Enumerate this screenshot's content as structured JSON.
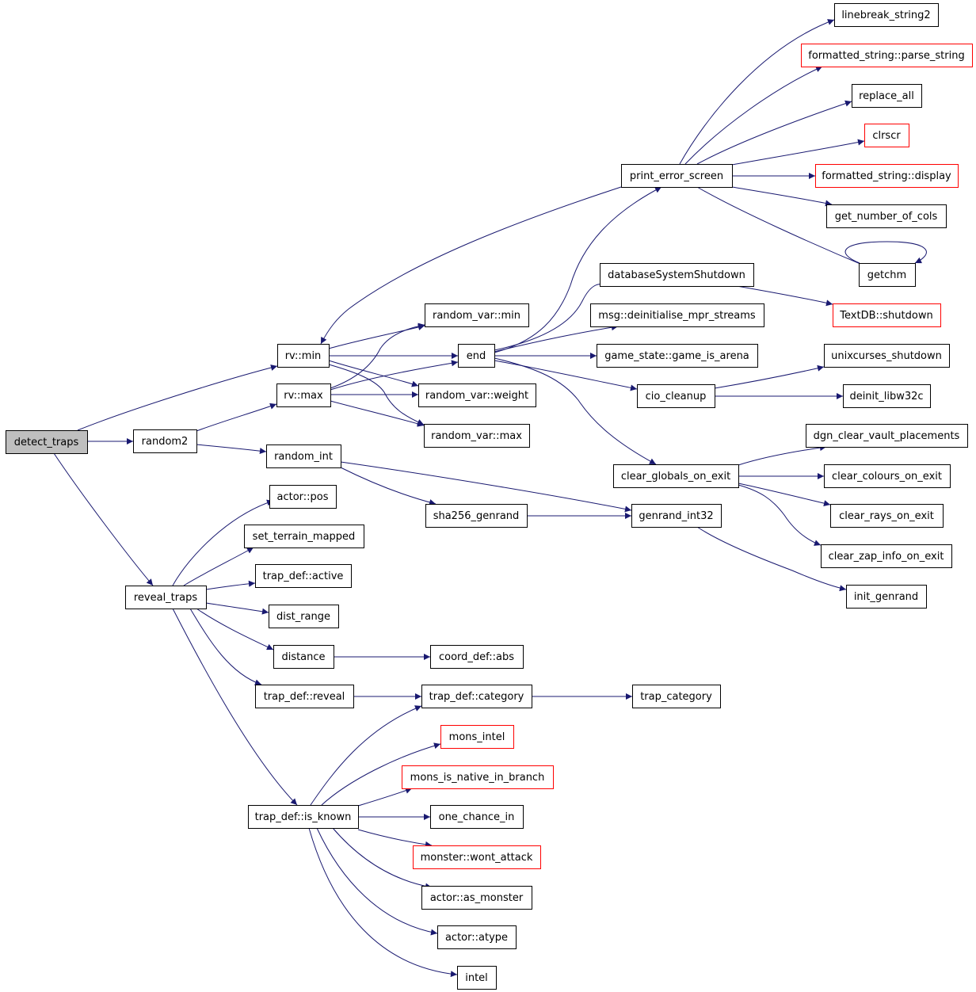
{
  "colors": {
    "edge": "#191970",
    "arrowhead": "#191970",
    "box_border_black": "#000000",
    "box_border_red": "#ff0000",
    "root_fill": "#bfbfbf",
    "node_fill": "#ffffff",
    "text": "#000000"
  },
  "nodes": [
    {
      "id": "detect_traps",
      "label": "detect_traps",
      "style": "root"
    },
    {
      "id": "random2",
      "label": "random2",
      "style": "black"
    },
    {
      "id": "reveal_traps",
      "label": "reveal_traps",
      "style": "black"
    },
    {
      "id": "rv_min",
      "label": "rv::min",
      "style": "black"
    },
    {
      "id": "rv_max",
      "label": "rv::max",
      "style": "black"
    },
    {
      "id": "random_int",
      "label": "random_int",
      "style": "black"
    },
    {
      "id": "actor_pos",
      "label": "actor::pos",
      "style": "black"
    },
    {
      "id": "set_terrain_mapped",
      "label": "set_terrain_mapped",
      "style": "black"
    },
    {
      "id": "trap_def_active",
      "label": "trap_def::active",
      "style": "black"
    },
    {
      "id": "dist_range",
      "label": "dist_range",
      "style": "black"
    },
    {
      "id": "distance",
      "label": "distance",
      "style": "black"
    },
    {
      "id": "trap_def_reveal",
      "label": "trap_def::reveal",
      "style": "black"
    },
    {
      "id": "trap_def_is_known",
      "label": "trap_def::is_known",
      "style": "black"
    },
    {
      "id": "random_var_min",
      "label": "random_var::min",
      "style": "black"
    },
    {
      "id": "end",
      "label": "end",
      "style": "black"
    },
    {
      "id": "random_var_weight",
      "label": "random_var::weight",
      "style": "black"
    },
    {
      "id": "random_var_max",
      "label": "random_var::max",
      "style": "black"
    },
    {
      "id": "sha256_genrand",
      "label": "sha256_genrand",
      "style": "black"
    },
    {
      "id": "coord_def_abs",
      "label": "coord_def::abs",
      "style": "black"
    },
    {
      "id": "trap_def_category",
      "label": "trap_def::category",
      "style": "black"
    },
    {
      "id": "mons_intel",
      "label": "mons_intel",
      "style": "red"
    },
    {
      "id": "mons_is_native_in_branch",
      "label": "mons_is_native_in_branch",
      "style": "red"
    },
    {
      "id": "one_chance_in",
      "label": "one_chance_in",
      "style": "black"
    },
    {
      "id": "monster_wont_attack",
      "label": "monster::wont_attack",
      "style": "red"
    },
    {
      "id": "actor_as_monster",
      "label": "actor::as_monster",
      "style": "black"
    },
    {
      "id": "actor_atype",
      "label": "actor::atype",
      "style": "black"
    },
    {
      "id": "intel",
      "label": "intel",
      "style": "black"
    },
    {
      "id": "print_error_screen",
      "label": "print_error_screen",
      "style": "black"
    },
    {
      "id": "databaseSystemShutdown",
      "label": "databaseSystemShutdown",
      "style": "black"
    },
    {
      "id": "msg_deinitialise",
      "label": "msg::deinitialise_mpr_streams",
      "style": "black"
    },
    {
      "id": "game_state_is_arena",
      "label": "game_state::game_is_arena",
      "style": "black"
    },
    {
      "id": "cio_cleanup",
      "label": "cio_cleanup",
      "style": "black"
    },
    {
      "id": "clear_globals_on_exit",
      "label": "clear_globals_on_exit",
      "style": "black"
    },
    {
      "id": "genrand_int32",
      "label": "genrand_int32",
      "style": "black"
    },
    {
      "id": "trap_category",
      "label": "trap_category",
      "style": "black"
    },
    {
      "id": "linebreak_string2",
      "label": "linebreak_string2",
      "style": "black"
    },
    {
      "id": "fs_parse_string",
      "label": "formatted_string::parse_string",
      "style": "red"
    },
    {
      "id": "replace_all",
      "label": "replace_all",
      "style": "black"
    },
    {
      "id": "clrscr",
      "label": "clrscr",
      "style": "red"
    },
    {
      "id": "fs_display",
      "label": "formatted_string::display",
      "style": "red"
    },
    {
      "id": "get_number_of_cols",
      "label": "get_number_of_cols",
      "style": "black"
    },
    {
      "id": "getchm",
      "label": "getchm",
      "style": "black"
    },
    {
      "id": "textdb_shutdown",
      "label": "TextDB::shutdown",
      "style": "red"
    },
    {
      "id": "unixcurses_shutdown",
      "label": "unixcurses_shutdown",
      "style": "black"
    },
    {
      "id": "deinit_libw32c",
      "label": "deinit_libw32c",
      "style": "black"
    },
    {
      "id": "dgn_clear_vault_placements",
      "label": "dgn_clear_vault_placements",
      "style": "black"
    },
    {
      "id": "clear_colours_on_exit",
      "label": "clear_colours_on_exit",
      "style": "black"
    },
    {
      "id": "clear_rays_on_exit",
      "label": "clear_rays_on_exit",
      "style": "black"
    },
    {
      "id": "clear_zap_info_on_exit",
      "label": "clear_zap_info_on_exit",
      "style": "black"
    },
    {
      "id": "init_genrand",
      "label": "init_genrand",
      "style": "black"
    }
  ],
  "edges": [
    [
      "detect_traps",
      "random2"
    ],
    [
      "detect_traps",
      "rv_min"
    ],
    [
      "detect_traps",
      "reveal_traps"
    ],
    [
      "random2",
      "rv_max"
    ],
    [
      "random2",
      "random_int"
    ],
    [
      "rv_min",
      "random_var_min"
    ],
    [
      "rv_min",
      "end"
    ],
    [
      "rv_min",
      "random_var_weight"
    ],
    [
      "rv_min",
      "random_var_max"
    ],
    [
      "rv_max",
      "end"
    ],
    [
      "rv_max",
      "random_var_min"
    ],
    [
      "rv_max",
      "random_var_weight"
    ],
    [
      "rv_max",
      "random_var_max"
    ],
    [
      "random_int",
      "sha256_genrand"
    ],
    [
      "random_int",
      "genrand_int32"
    ],
    [
      "sha256_genrand",
      "genrand_int32"
    ],
    [
      "genrand_int32",
      "init_genrand"
    ],
    [
      "reveal_traps",
      "actor_pos"
    ],
    [
      "reveal_traps",
      "set_terrain_mapped"
    ],
    [
      "reveal_traps",
      "trap_def_active"
    ],
    [
      "reveal_traps",
      "dist_range"
    ],
    [
      "reveal_traps",
      "distance"
    ],
    [
      "reveal_traps",
      "trap_def_reveal"
    ],
    [
      "reveal_traps",
      "trap_def_is_known"
    ],
    [
      "distance",
      "coord_def_abs"
    ],
    [
      "trap_def_reveal",
      "trap_def_category"
    ],
    [
      "trap_def_category",
      "trap_category"
    ],
    [
      "trap_def_is_known",
      "trap_def_category"
    ],
    [
      "trap_def_is_known",
      "mons_intel"
    ],
    [
      "trap_def_is_known",
      "mons_is_native_in_branch"
    ],
    [
      "trap_def_is_known",
      "one_chance_in"
    ],
    [
      "trap_def_is_known",
      "monster_wont_attack"
    ],
    [
      "trap_def_is_known",
      "actor_as_monster"
    ],
    [
      "trap_def_is_known",
      "actor_atype"
    ],
    [
      "trap_def_is_known",
      "intel"
    ],
    [
      "end",
      "print_error_screen"
    ],
    [
      "end",
      "databaseSystemShutdown"
    ],
    [
      "end",
      "msg_deinitialise"
    ],
    [
      "end",
      "game_state_is_arena"
    ],
    [
      "end",
      "cio_cleanup"
    ],
    [
      "end",
      "clear_globals_on_exit"
    ],
    [
      "print_error_screen",
      "rv_min"
    ],
    [
      "print_error_screen",
      "linebreak_string2"
    ],
    [
      "print_error_screen",
      "fs_parse_string"
    ],
    [
      "print_error_screen",
      "replace_all"
    ],
    [
      "print_error_screen",
      "clrscr"
    ],
    [
      "print_error_screen",
      "fs_display"
    ],
    [
      "print_error_screen",
      "get_number_of_cols"
    ],
    [
      "print_error_screen",
      "getchm"
    ],
    [
      "getchm",
      "getchm"
    ],
    [
      "databaseSystemShutdown",
      "textdb_shutdown"
    ],
    [
      "cio_cleanup",
      "unixcurses_shutdown"
    ],
    [
      "cio_cleanup",
      "deinit_libw32c"
    ],
    [
      "clear_globals_on_exit",
      "dgn_clear_vault_placements"
    ],
    [
      "clear_globals_on_exit",
      "clear_colours_on_exit"
    ],
    [
      "clear_globals_on_exit",
      "clear_rays_on_exit"
    ],
    [
      "clear_globals_on_exit",
      "clear_zap_info_on_exit"
    ]
  ]
}
